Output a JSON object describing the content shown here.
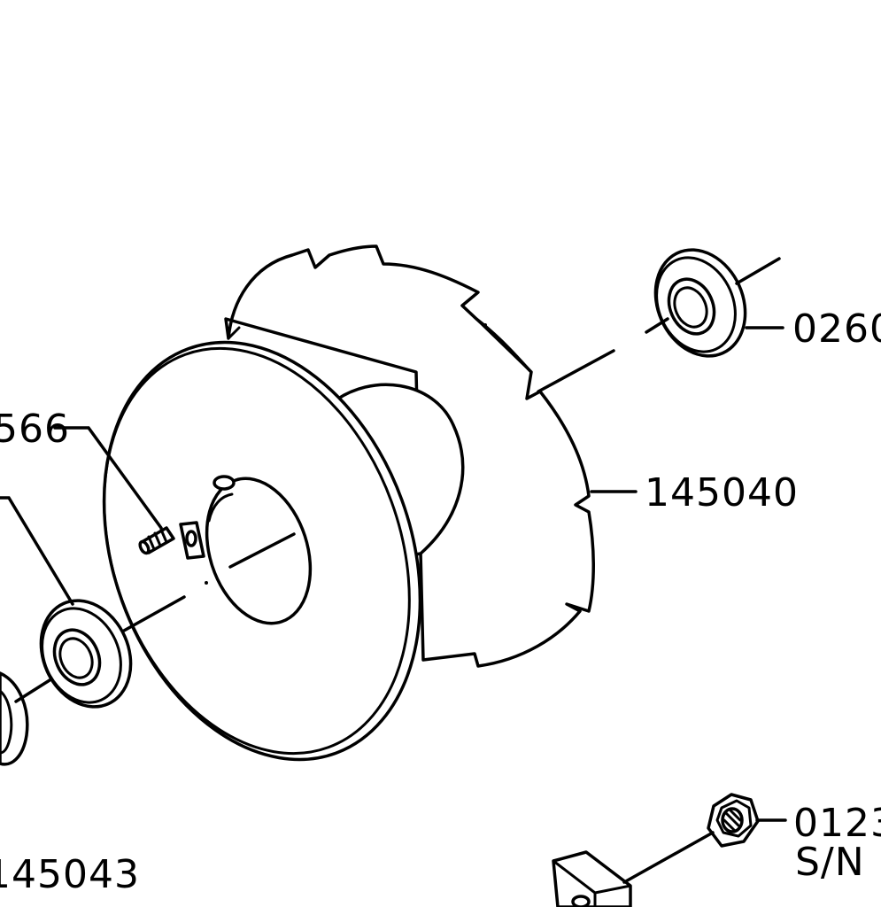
{
  "callouts": {
    "right_bearing": "0260",
    "spindle_disk": "145040",
    "set_screw": "566",
    "bottom_left": "145043",
    "nut": "0123",
    "nut_note": "S/N"
  },
  "colors": {
    "line": "#000000",
    "background": "#ffffff"
  }
}
